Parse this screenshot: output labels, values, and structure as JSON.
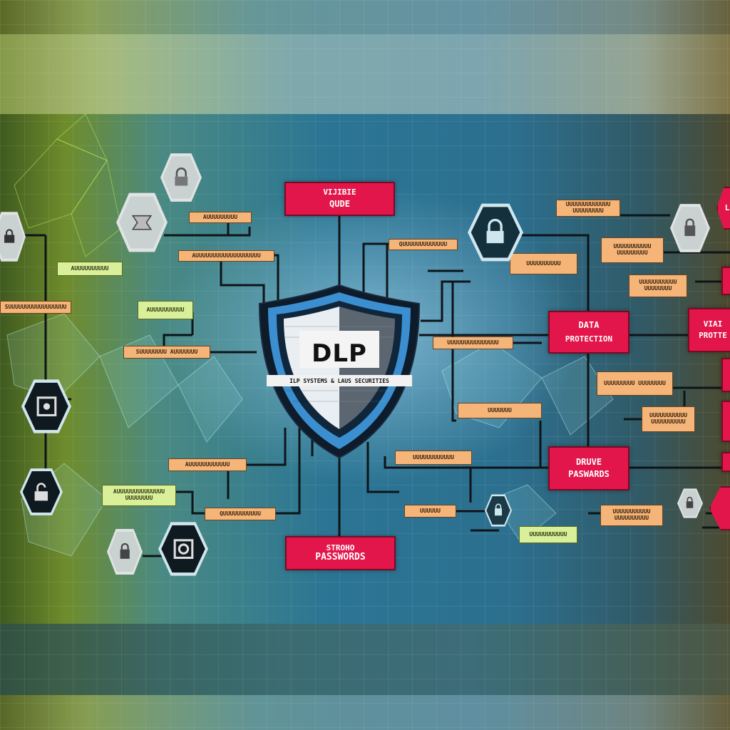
{
  "diagram": {
    "center": {
      "title": "DLP",
      "subtitle": "ILP SYSTEMS & LAUS SECURITIES"
    },
    "red_boxes": [
      {
        "id": "top",
        "line1": "VIJIBIE",
        "line2": "QUDE"
      },
      {
        "id": "bottom",
        "line1": "STROHO",
        "line2": "PASSWORDS"
      },
      {
        "id": "data-protection",
        "line1": "DATA",
        "line2": "PROTECTION"
      },
      {
        "id": "drive-passwards",
        "line1": "DRUVE",
        "line2": "PASWARDS"
      },
      {
        "id": "right-edge-protection",
        "line1": "VIAI",
        "line2": "PROTTE"
      },
      {
        "id": "right-edge-top",
        "line1": "L",
        "line2": ""
      }
    ],
    "orange_labels": [
      "AUUUUUUUUU",
      "AUUUUUUUUUUUUUUUUUUU",
      "SUUUUUUUUUUUUUUUUU",
      "QUUUUUUUUUUUUU",
      "SUUUUUUUU AUUUUUUU",
      "UUUUUUUUUUUUUUU",
      "AUUUUUUUUUUUU",
      "UUUUUUUUUUUU",
      "UUUUUUU",
      "QUUUUUUUUUUU",
      "UUUUUU",
      "UUUUUUUUUUUUU UUUUUUUUU",
      "UUUUUUUUUUU UUUUUUUUU",
      "UUUUUUUUUU",
      "UUUUUUUUUUU UUUUUUUU",
      "UUUUUUUUU UUUUUUUU",
      "UUUUUUUUUUU UUUUUUUUUU"
    ],
    "green_labels": [
      "AUUUUUUUUUU",
      "AUUUUUUUUUU",
      "AUUUUUUUUUUUUUU UUUUUUUU",
      "UUUUUUUUUUU"
    ],
    "icons": [
      "padlock-icon",
      "padlock-icon",
      "vault-icon",
      "padlock-icon",
      "padlock-icon",
      "lock-safe-icon",
      "open-padlock-icon",
      "padlock-icon",
      "safe-icon",
      "padlock-icon",
      "padlock-icon"
    ],
    "colors": {
      "red": "#e2164a",
      "orange": "#f5b478",
      "green": "#d9ef9a",
      "shield_rim": "#3b8fd0"
    }
  }
}
